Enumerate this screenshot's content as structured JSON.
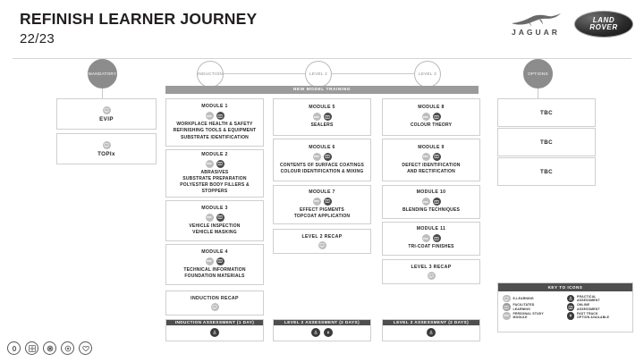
{
  "header": {
    "title": "REFINISH LEARNER JOURNEY",
    "subtitle": "22/23",
    "logos": {
      "jaguar_wordmark": "JAGUAR",
      "landrover_line1": "LAND",
      "landrover_line2": "ROVER"
    }
  },
  "timeline": {
    "nodes": [
      {
        "label": "MANDATORY",
        "style": "filled"
      },
      {
        "label": "INDUCTION",
        "style": "hollow"
      },
      {
        "label": "LEVEL 2",
        "style": "hollow"
      },
      {
        "label": "LEVEL 3",
        "style": "hollow"
      },
      {
        "label": "OPTIONS",
        "style": "filled"
      }
    ]
  },
  "banner": {
    "label": "NEW MODEL TRAINING"
  },
  "mandatory_column": {
    "cards": [
      {
        "title": "EVIP"
      },
      {
        "title": "TOPIx"
      }
    ]
  },
  "induction_column": {
    "modules": [
      {
        "title": "MODULE 1",
        "desc": "WORKPLACE HEALTH & SAFETY\nREFINISHING TOOLS & EQUIPMENT\nSUBSTRATE IDENTIFICATION"
      },
      {
        "title": "MODULE 2",
        "desc": "ABRASIVES\nSUBSTRATE PREPARATION\nPOLYESTER BODY FILLERS & STOPPERS"
      },
      {
        "title": "MODULE 3",
        "desc": "VEHICLE INSPECTION\nVEHICLE MASKING"
      },
      {
        "title": "MODULE 4",
        "desc": "TECHNICAL INFORMATION\nFOUNDATION MATERIALS"
      }
    ],
    "recap": "INDUCTION RECAP",
    "assessment": "INDUCTION ASSESSMENT (1 DAY)"
  },
  "level2_column": {
    "modules": [
      {
        "title": "MODULE 5",
        "desc": "SEALERS"
      },
      {
        "title": "MODULE 6",
        "desc": "CONTENTS OF SURFACE COATINGS\nCOLOUR IDENTIFICATION & MIXING"
      },
      {
        "title": "MODULE 7",
        "desc": "EFFECT PIGMENTS\nTOPCOAT APPLICATION"
      }
    ],
    "recap": "LEVEL 2 RECAP",
    "assessment": "LEVEL 2 ASSESSMENT (2 DAYS)"
  },
  "level3_column": {
    "modules": [
      {
        "title": "MODULE 8",
        "desc": "COLOUR THEORY"
      },
      {
        "title": "MODULE 9",
        "desc": "DEFECT IDENTIFICATION\nAND RECTIFICATION"
      },
      {
        "title": "MODULE 10",
        "desc": "BLENDING TECHNIQUES"
      },
      {
        "title": "MODULE 11",
        "desc": "TRI-COAT FINISHES"
      }
    ],
    "recap": "LEVEL 3 RECAP",
    "assessment": "LEVEL 3 ASSESSMENT (2 DAYS)"
  },
  "options_column": {
    "cards": [
      {
        "title": "TBC"
      },
      {
        "title": "TBC"
      },
      {
        "title": "TBC"
      }
    ]
  },
  "key_to_icons": {
    "heading": "KEY TO ICONS",
    "items": [
      {
        "label": "E-LEARNING",
        "icon": "e-learning-icon"
      },
      {
        "label": "PRACTICAL\nASSESSMENT",
        "icon": "practical-assessment-icon"
      },
      {
        "label": "FACILITATED\nLEARNING",
        "icon": "facilitated-learning-icon"
      },
      {
        "label": "ONLINE\nASSESSMENT",
        "icon": "online-assessment-icon"
      },
      {
        "label": "PERSONAL STUDY\nMODULE",
        "icon": "personal-study-icon"
      },
      {
        "label": "FAST TRACK\nOPTION AVAILABLE",
        "icon": "fast-track-icon"
      }
    ]
  },
  "footer_icons": [
    {
      "name": "fingerprint-icon"
    },
    {
      "name": "grid-icon"
    },
    {
      "name": "gear-wheel-icon"
    },
    {
      "name": "target-icon"
    },
    {
      "name": "heart-icon"
    }
  ],
  "colors": {
    "dark_bar": "#4f4f4f",
    "banner_grey": "#9b9b9b",
    "node_filled": "#8c8c8c",
    "border": "#cfcfcf"
  }
}
